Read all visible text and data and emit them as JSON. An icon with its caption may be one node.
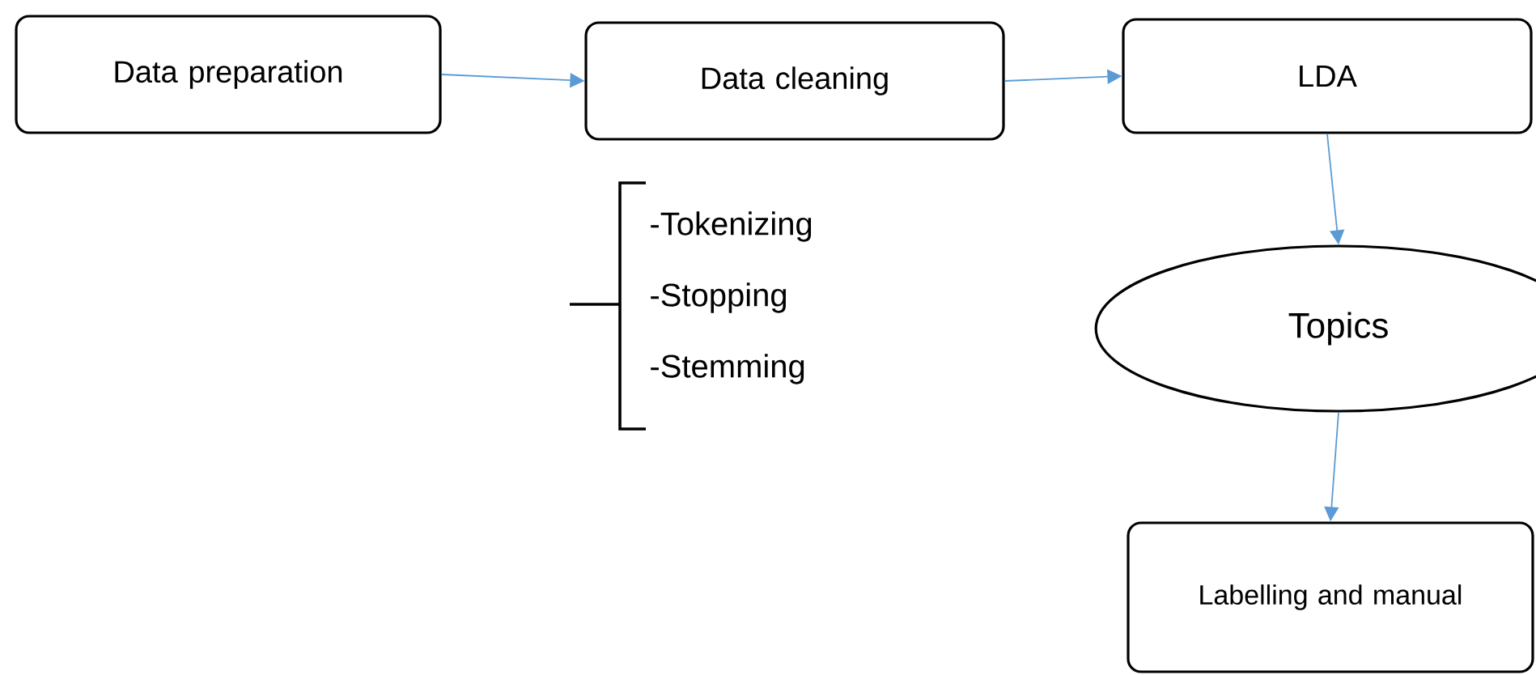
{
  "diagram": {
    "nodes": [
      {
        "text": [
          "Data preparation"
        ]
      },
      {
        "text": [
          "Data cleaning"
        ]
      },
      {
        "text": [
          "LDA"
        ]
      },
      {
        "text": [
          "Topics"
        ]
      },
      {
        "text": [
          "Labelling and manual"
        ]
      }
    ],
    "edges": [
      {
        "from": 0,
        "to": 1,
        "arrow": "to"
      },
      {
        "from": 1,
        "to": 2,
        "arrow": "to"
      },
      {
        "from": 2,
        "to": 3,
        "arrow": "to"
      },
      {
        "from": 3,
        "to": 4,
        "arrow": "to"
      }
    ],
    "labels": [
      "-Tokenizing",
      "-Stopping",
      "-Stemming"
    ]
  }
}
